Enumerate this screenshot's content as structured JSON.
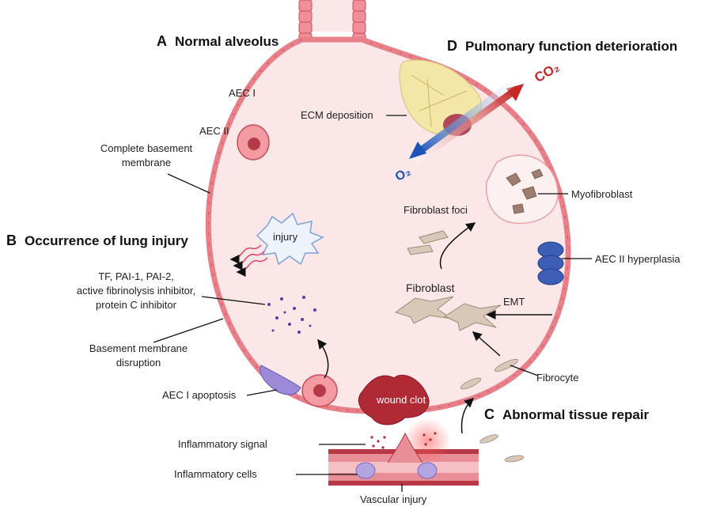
{
  "sections": {
    "a": {
      "letter": "A",
      "title": "Normal alveolus"
    },
    "b": {
      "letter": "B",
      "title": "Occurrence of lung injury"
    },
    "c": {
      "letter": "C",
      "title": "Abnormal tissue repair"
    },
    "d": {
      "letter": "D",
      "title": "Pulmonary function deterioration"
    }
  },
  "labels": {
    "aec1": "AEC I",
    "aec2": "AEC II",
    "basement_line1": "Complete basement",
    "basement_line2": "membrane",
    "ecm": "ECM deposition",
    "co2": "CO₂",
    "o2": "O₂",
    "myofibroblast": "Myofibroblast",
    "fibroblast_foci": "Fibroblast foci",
    "aec2_hyperplasia": "AEC II hyperplasia",
    "fibroblast": "Fibroblast",
    "emt": "EMT",
    "fibrocyte": "Fibrocyte",
    "injury": "injury",
    "factors_line1": "TF,  PAI-1, PAI-2,",
    "factors_line2": "active fibrinolysis inhibitor,",
    "factors_line3": "protein C inhibitor",
    "bm_disruption_line1": "Basement membrane",
    "bm_disruption_line2": "disruption",
    "aec1_apoptosis": "AEC I apoptosis",
    "wound_clot": "wound clot",
    "inflammatory_signal": "Inflammatory signal",
    "inflammatory_cells": "Inflammatory cells",
    "vascular_injury": "Vascular injury"
  },
  "colors": {
    "alveolus_fill": "#fbe7e8",
    "wall": "#e8808a",
    "wall_dark": "#c94d5b",
    "ecm": "#f3e6a6",
    "co2_arrow": "#c62828",
    "o2_arrow": "#1a54b8",
    "fibroblast": "#d9c7b8",
    "fibroblast_edge": "#9c8878",
    "clot": "#b02a36",
    "vessel": "#d9535f",
    "apoptosis": "#8f7ad6",
    "hyperplasia": "#3c5eb5"
  }
}
